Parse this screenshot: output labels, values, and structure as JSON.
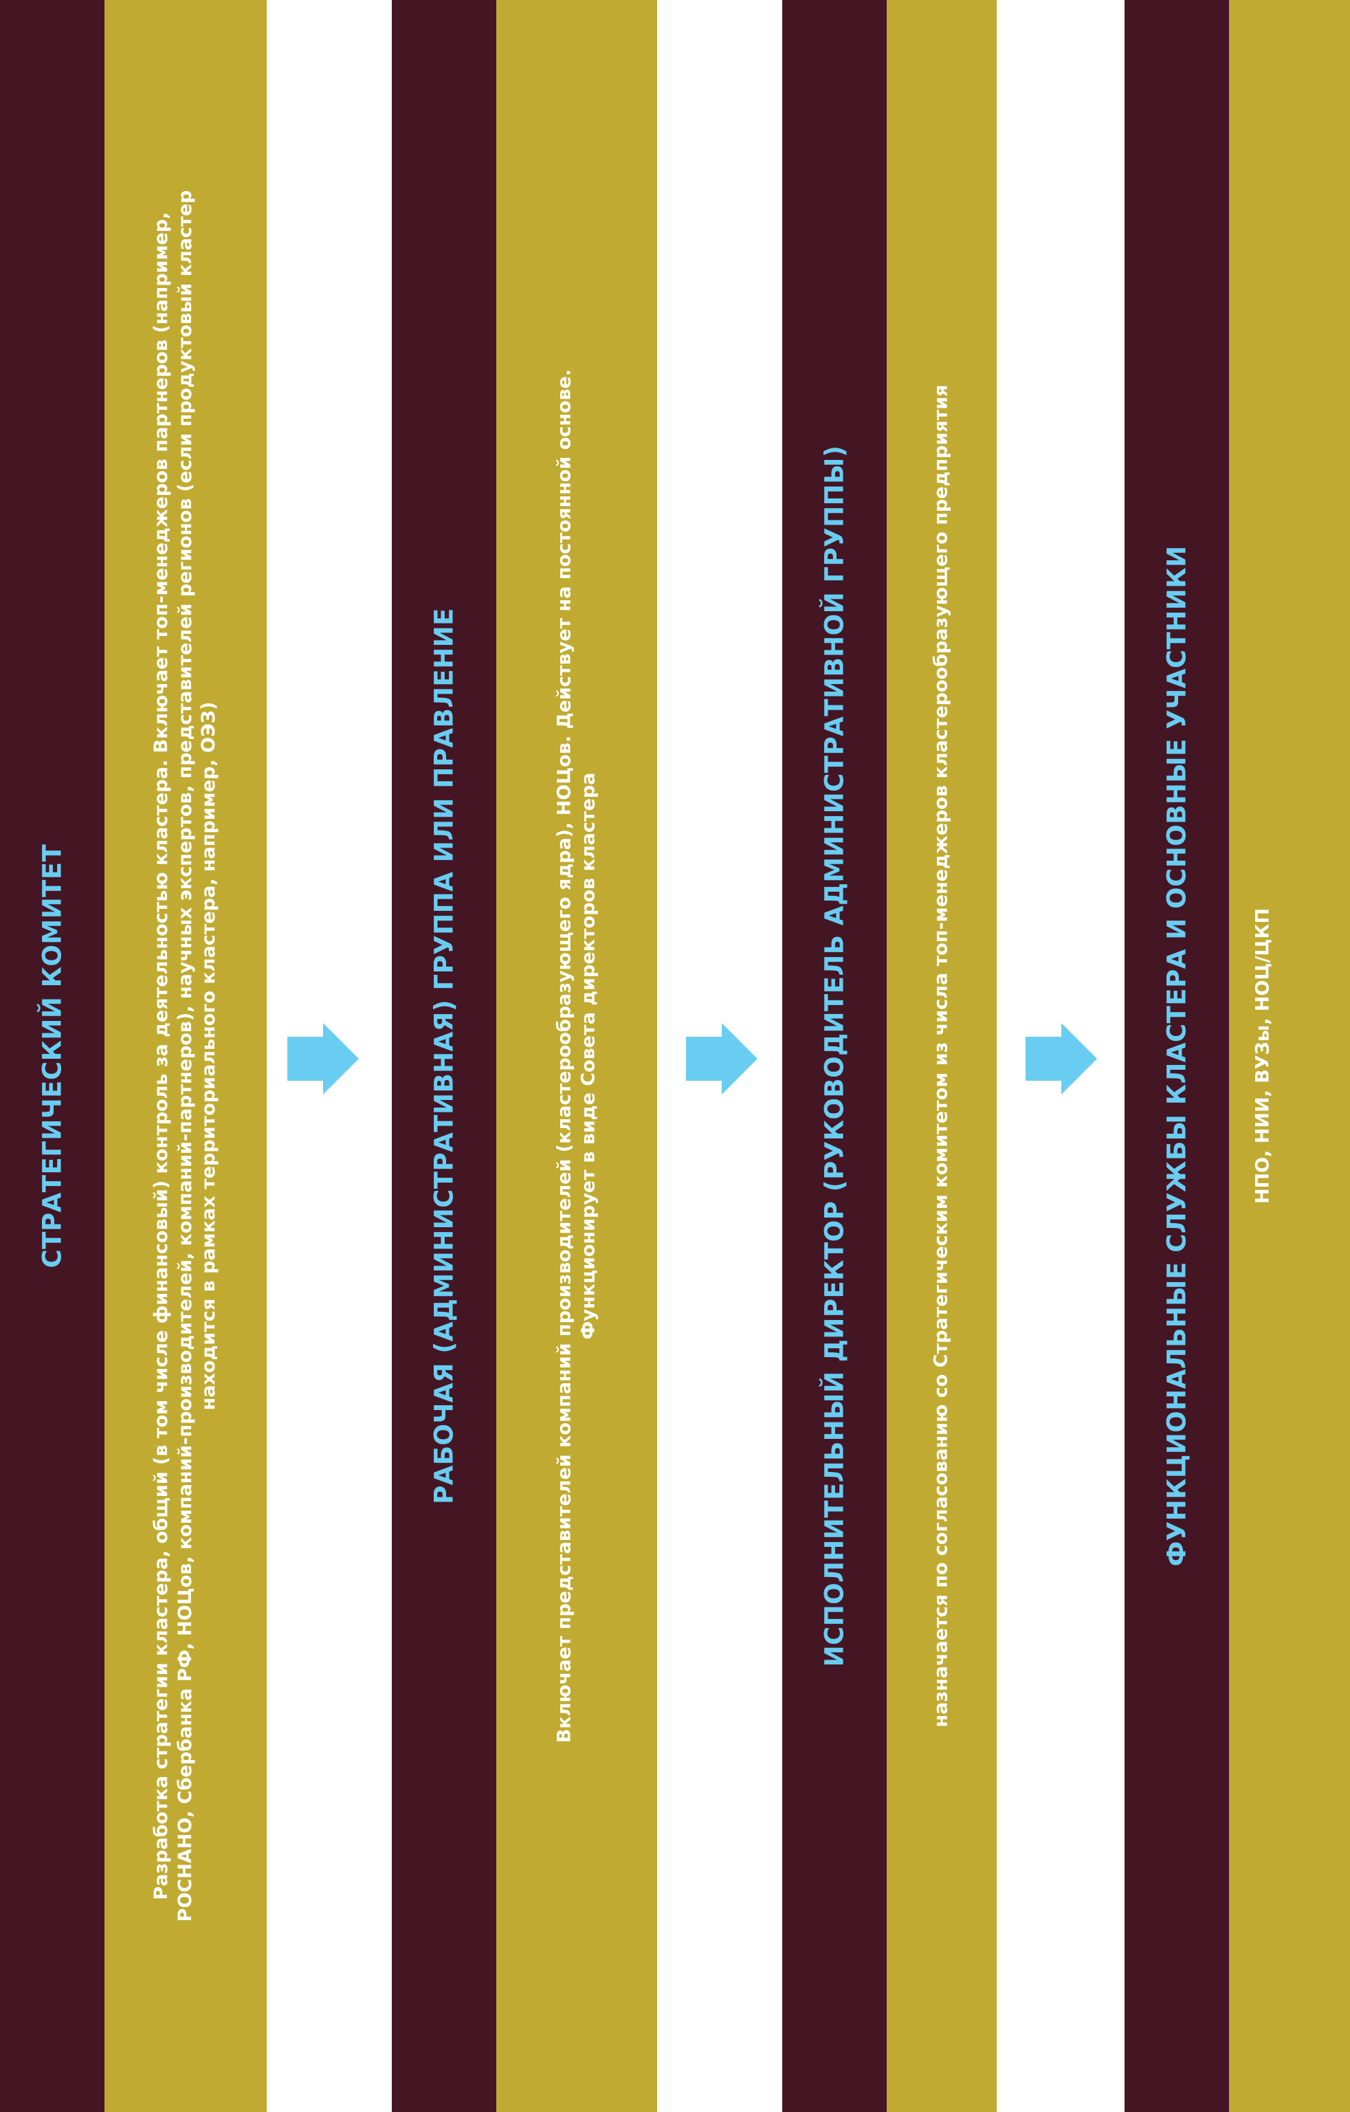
{
  "blocks": [
    {
      "title": "СТРАТЕГИЧЕСКИЙ КОМИТЕТ",
      "description_lines": [
        "Разработка стратегии кластера, общий (в том числе финансовый) контроль за деятельностью кластера. Включает топ-менеджеров партнеров (например,",
        "РОСНАНО, Сбербанка РФ, НОЦов, компаний-производителей, компаний-партнеров), научных экспертов, представителей регионов (если продуктовый кластер",
        "находится в рамках территориального кластера, например, ОЭЗ)"
      ]
    },
    {
      "title": "РАБОЧАЯ (АДМИНИСТРАТИВНАЯ) ГРУППА ИЛИ ПРАВЛЕНИЕ",
      "description_lines": [
        "Включает представителей компаний производителей (кластерообразующего ядра), НОЦов. Действует на постоянной основе.",
        "Функционирует в виде Совета директоров кластера"
      ]
    },
    {
      "title": "ИСПОЛНИТЕЛЬНЫЙ ДИРЕКТОР  (РУКОВОДИТЕЛЬ АДМИНИСТРАТИВНОЙ ГРУППЫ)",
      "description_lines": [
        "назначается по согласованию со Стратегическим комитетом из числа топ-менеджеров кластерообразующего предприятия"
      ]
    },
    {
      "title": "ФУНКЦИОНАЛЬНЫЕ СЛУЖБЫ КЛАСТЕРА И ОСНОВНЫЕ УЧАСТНИКИ",
      "description_lines": [
        "НПО, НИИ, ВУЗы, НОЦ/ЦКП"
      ]
    }
  ],
  "colors": {
    "maroon": "#441624",
    "olive": "#c0aa32",
    "title": "#69cdf2",
    "arrow": "#69cdf2",
    "text": "#ffffff"
  }
}
